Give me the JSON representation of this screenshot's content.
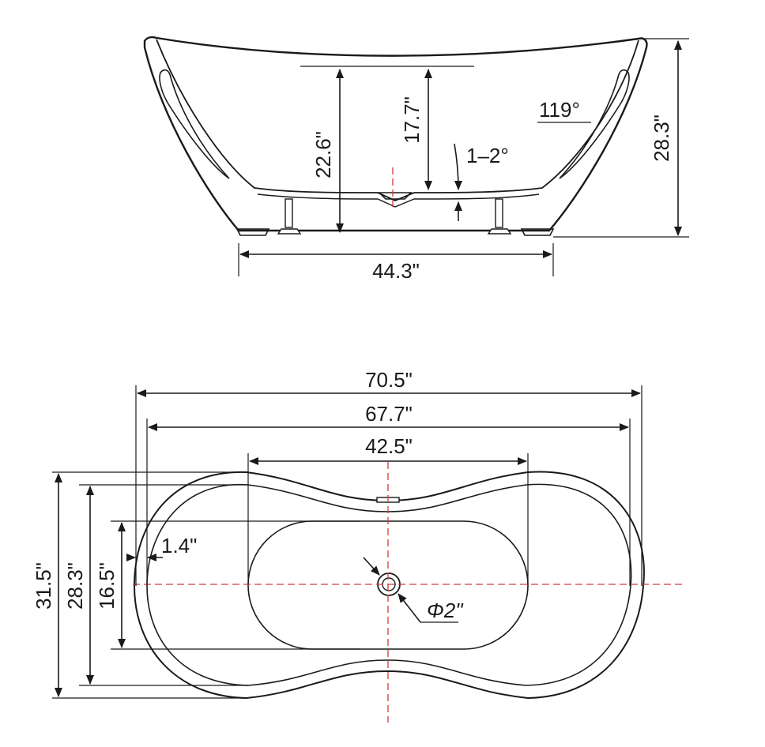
{
  "side_view": {
    "labels": {
      "inner_depth": "22.6\"",
      "water_depth": "17.7\"",
      "wall_angle": "119°",
      "floor_slope": "1–2°",
      "total_height": "28.3\"",
      "base_length": "44.3\""
    }
  },
  "top_view": {
    "labels": {
      "overall_length": "70.5\"",
      "outer_rim_length": "67.7\"",
      "flat_bottom_length": "42.5\"",
      "overall_width": "31.5\"",
      "outer_rim_width": "28.3\"",
      "bottom_width": "16.5\"",
      "rim_thickness": "1.4\"",
      "drain_diameter": "Φ2\""
    }
  },
  "colors": {
    "line": "#1a1a1a",
    "centerline": "#d23c3c"
  }
}
